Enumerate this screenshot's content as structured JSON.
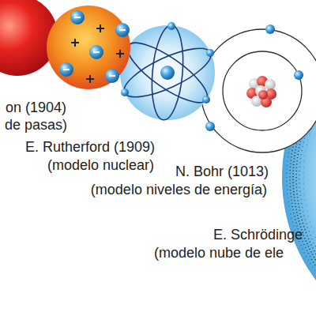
{
  "diagram": {
    "labels": [
      "on (1904)",
      "de pasas)",
      "E. Rutherford (1909)",
      "(modelo nuclear)",
      "N. Bohr (1013)",
      "(modelo niveles de energía)",
      "E. Schrödinge",
      "(modelo nube de ele"
    ]
  }
}
